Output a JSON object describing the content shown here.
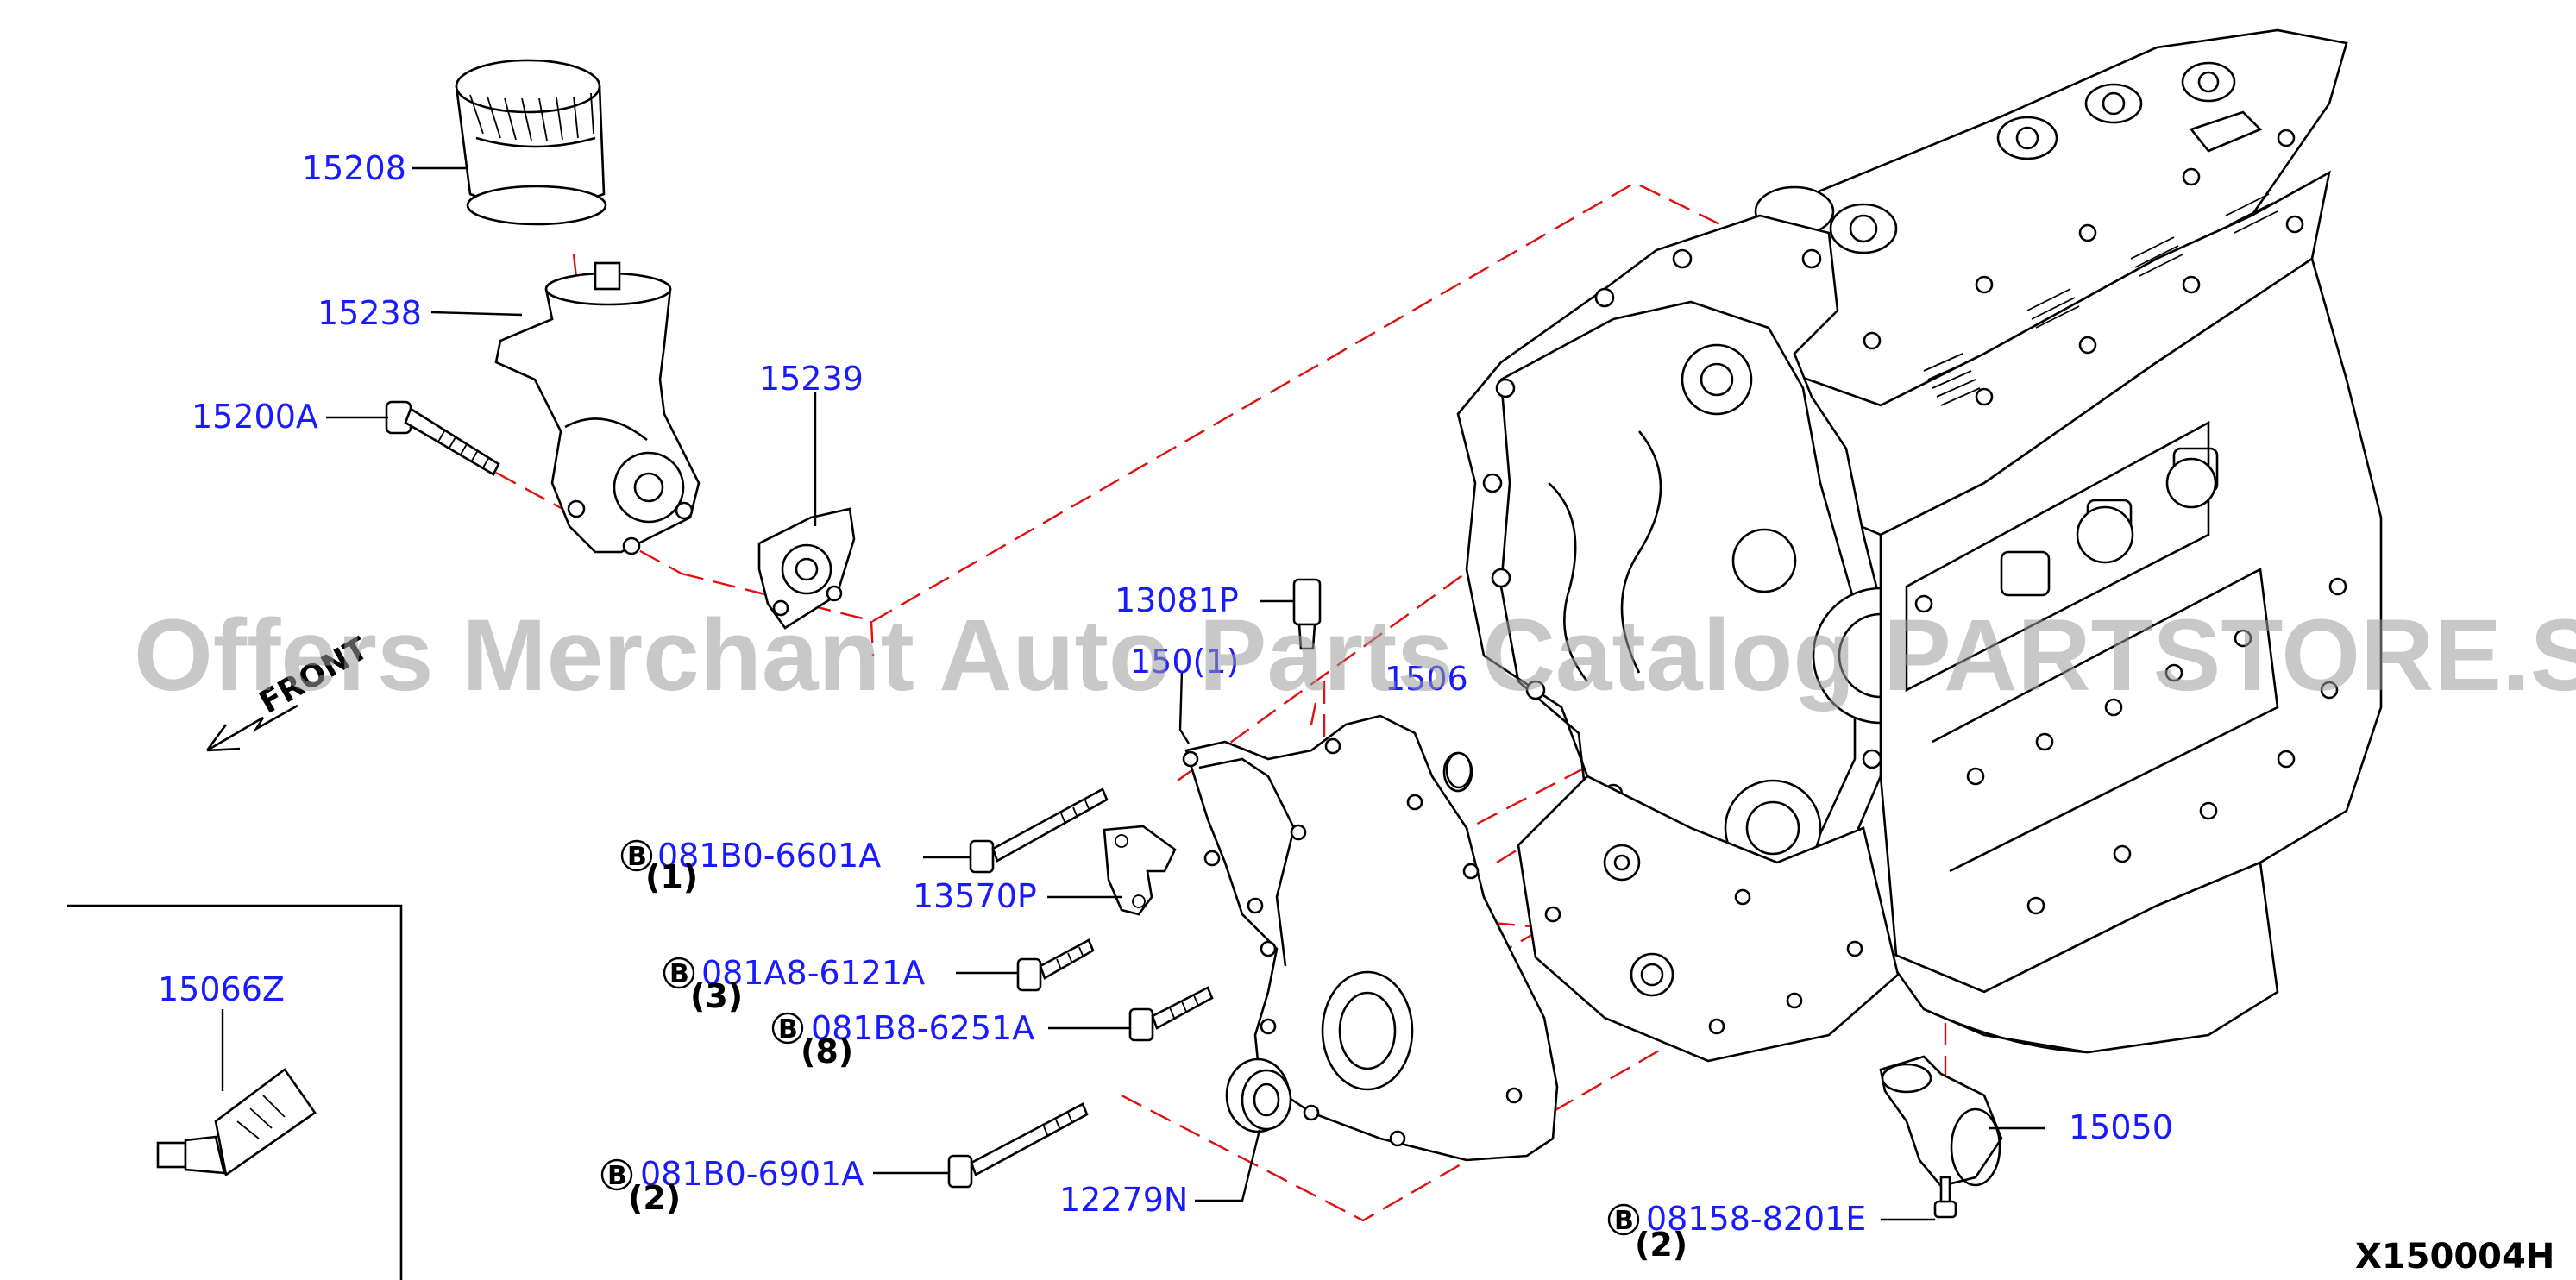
{
  "figure": {
    "code": "X150004H",
    "front_label": "FRONT",
    "watermark": "Offers Merchant Auto Parts Catalog PARTSTORE.SA"
  },
  "callouts": {
    "p15208": "15208",
    "p15238": "15238",
    "p15200A": "15200A",
    "p15239": "15239",
    "p13081P": "13081P",
    "p150xx_partial": "150(1)",
    "p1506x_partial": "1506",
    "p13570P": "13570P",
    "p12279N": "12279N",
    "p15050": "15050",
    "p15066Z": "15066Z"
  },
  "bolts": [
    {
      "mark": "B",
      "number": "081B0-6601A",
      "qty": "(1)"
    },
    {
      "mark": "B",
      "number": "081A8-6121A",
      "qty": "(3)"
    },
    {
      "mark": "B",
      "number": "081B8-6251A",
      "qty": "(8)"
    },
    {
      "mark": "B",
      "number": "081B0-6901A",
      "qty": "(2)"
    },
    {
      "mark": "B",
      "number": "08158-8201E",
      "qty": "(2)"
    }
  ],
  "colors": {
    "callout": "#1a1aff",
    "dashed_reference": "#e01010",
    "linework": "#000000"
  }
}
